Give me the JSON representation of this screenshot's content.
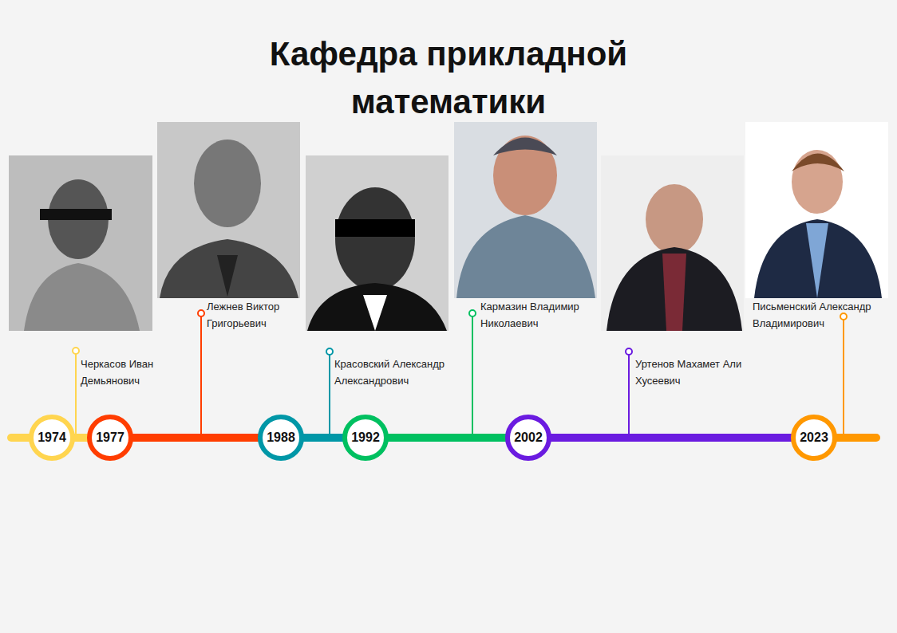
{
  "diagram": {
    "title": "Кафедра прикладной математики",
    "nodes": [
      {
        "text": [
          "1974"
        ]
      },
      {
        "text": [
          "1977"
        ]
      },
      {
        "text": [
          "1988"
        ]
      },
      {
        "text": [
          "1992"
        ]
      },
      {
        "text": [
          "2002"
        ]
      },
      {
        "text": [
          "2023"
        ]
      }
    ],
    "labels": [
      "Черкасов Иван Демьянович",
      "Лежнев Виктор Григорьевич",
      "Красовский Александр Александрович",
      "Кармазин Владимир Николаевич",
      "Уртенов Махамет Али Хусеевич",
      "Письменский Александр Владимирович"
    ]
  }
}
